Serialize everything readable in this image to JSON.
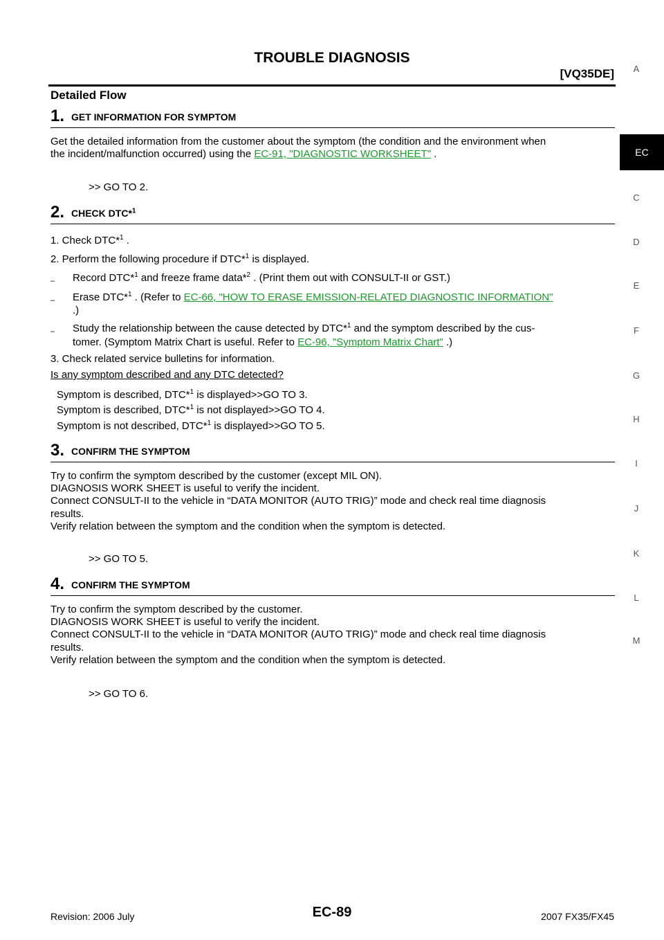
{
  "header": {
    "title": "TROUBLE DIAGNOSIS",
    "model_code": "[VQ35DE]"
  },
  "section_title": "Detailed Flow",
  "step1": {
    "number": "1.",
    "title": "GET INFORMATION FOR SYMPTOM",
    "p1": "Get the detailed information from the customer about the symptom (the condition and the environment when",
    "p2": "the incident/malfunction occurred) using the",
    "link": "EC-91, \"DIAGNOSTIC WORKSHEET\"",
    "p2_end": ".",
    "goto": ">> GO TO 2."
  },
  "step2": {
    "number": "2.",
    "title": "CHECK DTC*",
    "title_sup": "1",
    "item1_a": "1.  Check DTC*",
    "item1_sup": "1",
    "item1_b": " .",
    "item2_a": "2.  Perform the following procedure if DTC*",
    "item2_sup": "1",
    "item2_b": "  is displayed.",
    "dash": "–",
    "d1_a": "Record DTC*",
    "d1_sup1": "1",
    "d1_b": "  and freeze frame data*",
    "d1_sup2": "2",
    "d1_c": " . (Print them out with CONSULT-II or GST.)",
    "d2_a": "Erase DTC*",
    "d2_sup": "1",
    "d2_b": " . (Refer to ",
    "d2_link": "EC-66, \"HOW TO ERASE EMISSION-RELATED DIAGNOSTIC INFORMATION\"",
    "d2_c": ".)",
    "d3_a": "Study the relationship between the cause detected by DTC*",
    "d3_sup": "1",
    "d3_b": "  and the symptom described by the cus-",
    "d3_c": "tomer. (Symptom Matrix Chart is useful. Refer to ",
    "d3_link": "EC-96, \"Symptom Matrix Chart\"",
    "d3_d": " .)",
    "item3": "3.  Check related service bulletins for information.",
    "question": "Is any symptom described and any DTC detected?",
    "ans1_a": "Symptom is described, DTC*",
    "ans1_sup": "1",
    "ans1_b": "  is displayed>>GO TO 3.",
    "ans2_a": "Symptom is described, DTC*",
    "ans2_sup": "1",
    "ans2_b": "  is not displayed>>GO TO 4.",
    "ans3_a": "Symptom is not described, DTC*",
    "ans3_sup": "1",
    "ans3_b": "  is displayed>>GO TO 5."
  },
  "step3": {
    "number": "3.",
    "title": "CONFIRM THE SYMPTOM",
    "l1": "Try to confirm the symptom described by the customer (except MIL ON).",
    "l2": "DIAGNOSIS WORK SHEET is useful to verify the incident.",
    "l3": "Connect CONSULT-II to the vehicle in “DATA MONITOR (AUTO TRIG)” mode and check real time diagnosis",
    "l4": "results.",
    "l5": "Verify relation between the symptom and the condition when the symptom is detected.",
    "goto": ">> GO TO 5."
  },
  "step4": {
    "number": "4.",
    "title": "CONFIRM THE SYMPTOM",
    "l1": "Try to confirm the symptom described by the customer.",
    "l2": "DIAGNOSIS WORK SHEET is useful to verify the incident.",
    "l3": "Connect CONSULT-II to the vehicle in “DATA MONITOR (AUTO TRIG)” mode and check real time diagnosis",
    "l4": "results.",
    "l5": "Verify relation between the symptom and the condition when the symptom is detected.",
    "goto": ">> GO TO 6."
  },
  "side_index": {
    "active": "EC",
    "letters": [
      "A",
      "C",
      "D",
      "E",
      "F",
      "G",
      "H",
      "I",
      "J",
      "K",
      "L",
      "M"
    ]
  },
  "footer": {
    "revision": "Revision: 2006 July",
    "page": "EC-89",
    "model": "2007 FX35/FX45"
  },
  "colors": {
    "link": "#1a9a2a",
    "tab_active_bg": "#000000"
  }
}
